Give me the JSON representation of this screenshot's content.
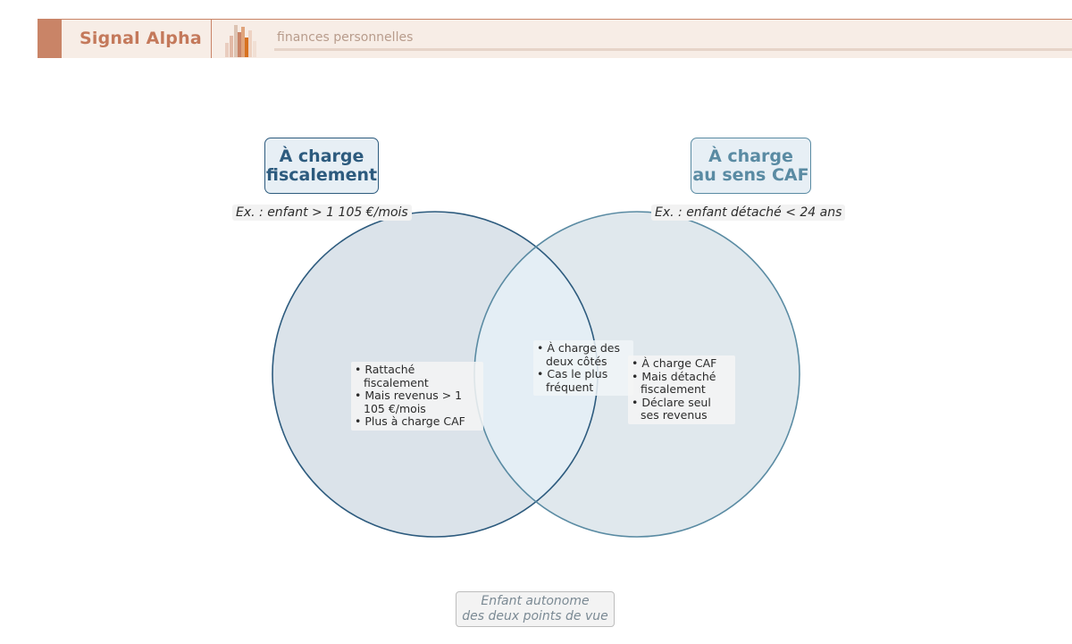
{
  "header": {
    "brand": "Signal Alpha",
    "subtitle": "finances personnelles",
    "brand_color": "#c98467"
  },
  "venn": {
    "set_a": {
      "title_line1": "À charge",
      "title_line2": "fiscalement",
      "example": "Ex. : enfant > 1 105 €/mois",
      "only_items": [
        "Rattaché fiscalement",
        "Mais revenus > 1 105 €/mois",
        "Plus à charge CAF"
      ],
      "color": "#2d5b7e"
    },
    "set_b": {
      "title_line1": "À charge",
      "title_line2": "au sens CAF",
      "example": "Ex. : enfant détaché < 24 ans",
      "only_items": [
        "À charge CAF",
        "Mais détaché fiscalement",
        "Déclare seul ses revenus"
      ],
      "color": "#5a8ba3"
    },
    "intersection_items": [
      "À charge des deux côtés",
      "Cas le plus fréquent"
    ],
    "outside": {
      "line1": "Enfant autonome",
      "line2": "des deux points de vue"
    }
  }
}
